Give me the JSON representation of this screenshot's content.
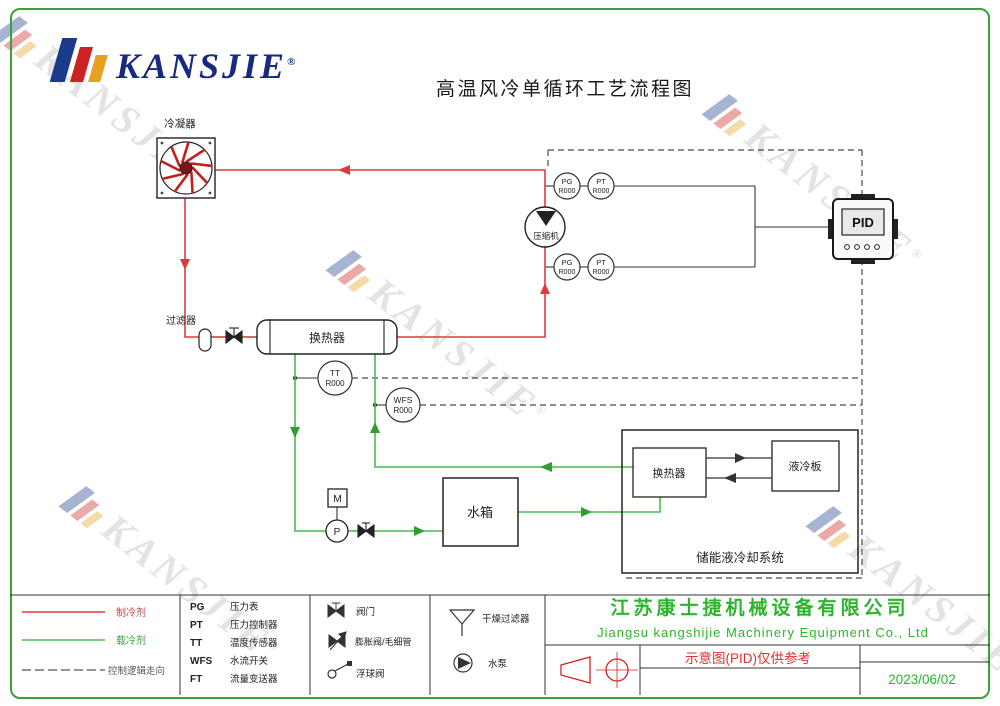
{
  "page": {
    "title": "高温风冷单循环工艺流程图"
  },
  "logo": {
    "text": "KANSJIE",
    "reg": "®"
  },
  "watermark": {
    "text": "KANSJIE",
    "reg": "®"
  },
  "diagram": {
    "condenser_label": "冷凝器",
    "filter_label": "过滤器",
    "hx_label": "换热器",
    "compressor_label": "压缩机",
    "pid_label": "PID",
    "motor_label": "M",
    "pump_label": "P",
    "tank_label": "水箱",
    "storage_box_label": "储能液冷却系统",
    "storage_hx_label": "换热器",
    "cold_plate_label": "液冷板",
    "inst": {
      "pg": {
        "l1": "PG",
        "l2": "R000"
      },
      "pt": {
        "l1": "PT",
        "l2": "R000"
      },
      "tt": {
        "l1": "TT",
        "l2": "R000"
      },
      "wfs": {
        "l1": "WFS",
        "l2": "R000"
      }
    }
  },
  "legend": {
    "lines": [
      {
        "label": "制冷剂",
        "type": "red-solid"
      },
      {
        "label": "载冷剂",
        "type": "green-solid"
      },
      {
        "label": "控制逻辑走向",
        "type": "black-dashed"
      }
    ],
    "abbrev": [
      {
        "key": "PG",
        "meaning": "压力表"
      },
      {
        "key": "PT",
        "meaning": "压力控制器"
      },
      {
        "key": "TT",
        "meaning": "温度传感器"
      },
      {
        "key": "WFS",
        "meaning": "水流开关"
      },
      {
        "key": "FT",
        "meaning": "流量变送器"
      }
    ],
    "symbols": {
      "valve": "阀门",
      "expansion": "膨胀阀/毛细管",
      "float": "浮球阀",
      "dry_filter": "干燥过滤器",
      "pump": "水泵"
    }
  },
  "titleblock": {
    "company_cn": "江苏康士捷机械设备有限公司",
    "company_en": "Jiangsu kangshijie Machinery Equipment Co., Ltd",
    "note": "示意图(PID)仅供参考",
    "date": "2023/06/02"
  },
  "colors": {
    "border_green": "#3aa03a",
    "refrigerant_red": "#e03a3a",
    "coolant_green": "#4cbb4c",
    "company_green": "#2cb52c",
    "note_red": "#e03030",
    "logo_navy": "#162a7e"
  }
}
